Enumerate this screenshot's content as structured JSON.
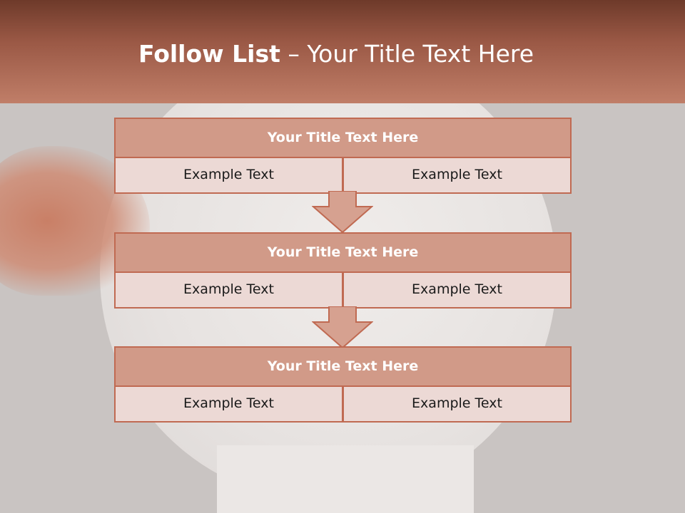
{
  "slide": {
    "title_bold": "Follow List",
    "title_rest": " – Your Title Text Here"
  },
  "blocks": [
    {
      "title": "Your Title Text Here",
      "left": "Example Text",
      "right": "Example Text"
    },
    {
      "title": "Your Title Text Here",
      "left": "Example Text",
      "right": "Example Text"
    },
    {
      "title": "Your Title Text Here",
      "left": "Example Text",
      "right": "Example Text"
    }
  ],
  "colors": {
    "header_dark": "#6e3a2a",
    "header_light": "#c07e68",
    "block_title_fill": "#d19a88",
    "block_cell_fill": "#ecd9d5",
    "border": "#c06a52",
    "arrow_fill": "#d6a190"
  }
}
